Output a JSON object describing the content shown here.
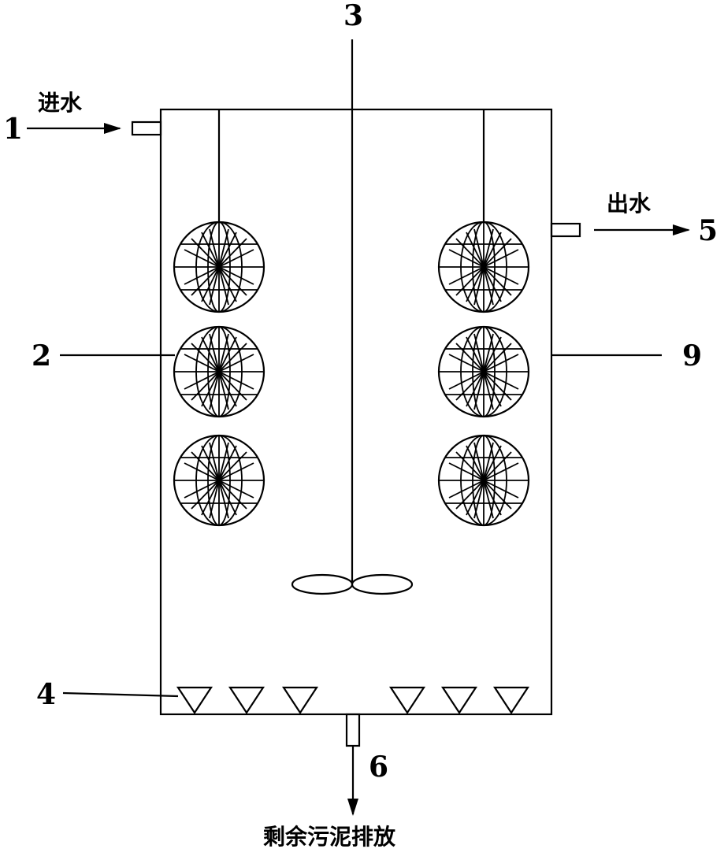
{
  "labels": {
    "n1": "1",
    "n2": "2",
    "n3": "3",
    "n4": "4",
    "n5": "5",
    "n6": "6",
    "n9": "9",
    "inlet": "进水",
    "outlet": "出水",
    "sludge": "剩余污泥排放"
  }
}
